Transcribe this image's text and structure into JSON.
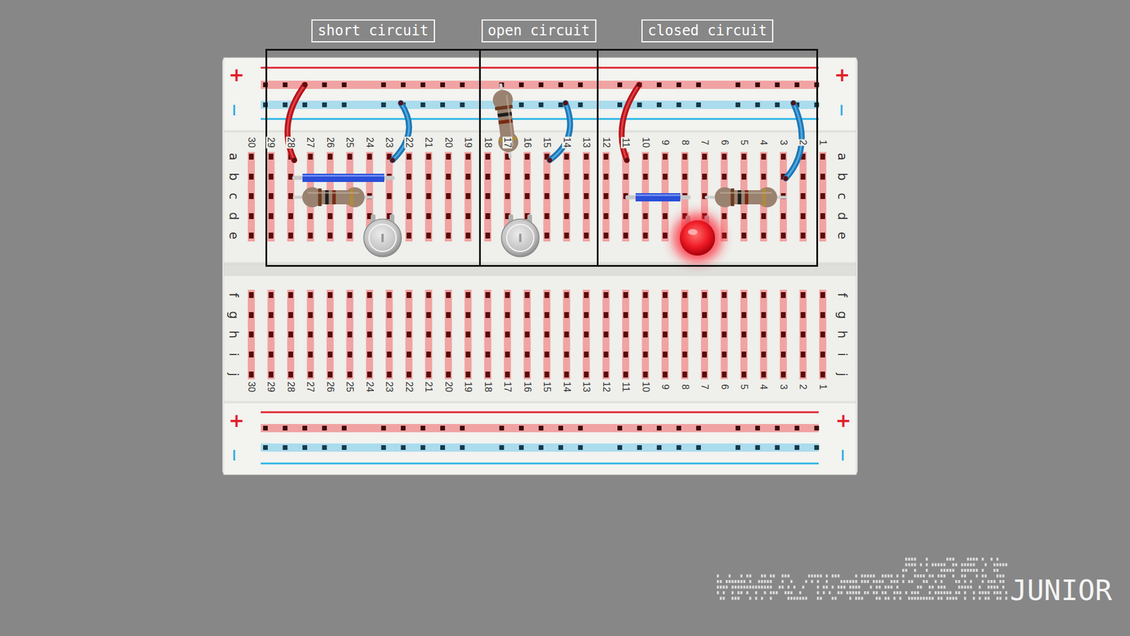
{
  "diagram": {
    "nodes": [
      {
        "text": [
          "short circuit"
        ]
      },
      {
        "text": [
          "open circuit"
        ]
      },
      {
        "text": [
          "closed circuit"
        ]
      }
    ],
    "labels": [
      "+",
      "+",
      "30",
      "29",
      "28",
      "27",
      "26",
      "25",
      "24",
      "23",
      "22",
      "21",
      "20",
      "19",
      "18",
      "17",
      "16",
      "15",
      "14",
      "13",
      "12",
      "11",
      "10",
      "9",
      "8",
      "7",
      "6",
      "5",
      "4",
      "3",
      "2",
      "1",
      "a",
      "b",
      "c",
      "d",
      "e",
      "a",
      "b",
      "c",
      "d",
      "e",
      "f",
      "g",
      "h",
      "i",
      "j",
      "f",
      "g",
      "h",
      "i",
      "j",
      "30",
      "29",
      "28",
      "27",
      "26",
      "25",
      "24",
      "23",
      "22",
      "21",
      "20",
      "19",
      "18",
      "17",
      "16",
      "15",
      "14",
      "13",
      "12",
      "11",
      "10",
      "9",
      "8",
      "7",
      "6",
      "5",
      "4",
      "3",
      "2",
      "1",
      "+",
      "+",
      "JUNIOR"
    ]
  }
}
